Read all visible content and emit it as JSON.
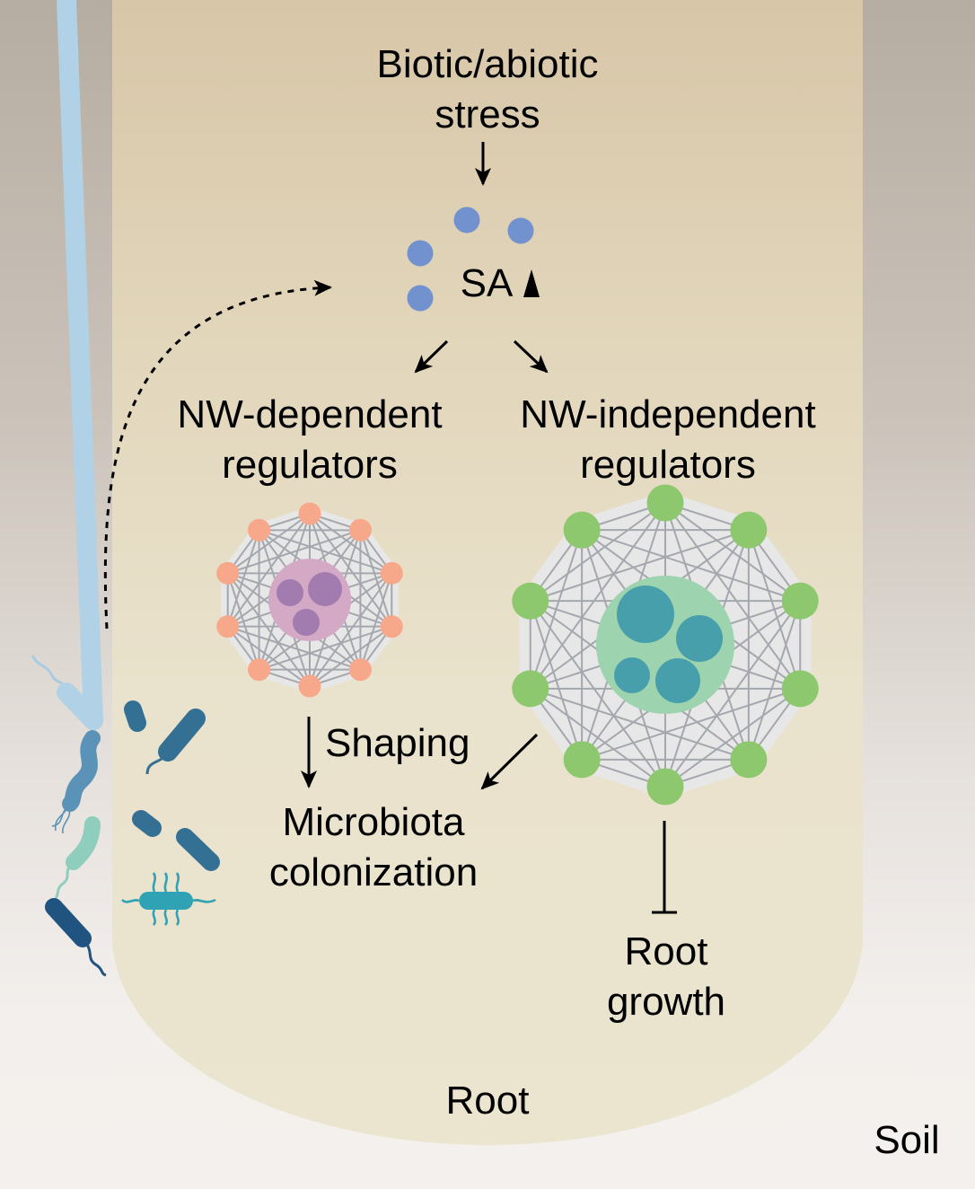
{
  "labels": {
    "stress_line1": "Biotic/abiotic",
    "stress_line2": "stress",
    "sa": "SA",
    "nw_dependent_line1": "NW-dependent",
    "nw_dependent_line2": "regulators",
    "nw_independent_line1": "NW-independent",
    "nw_independent_line2": "regulators",
    "shaping": "Shaping",
    "microbiota_line1": "Microbiota",
    "microbiota_line2": "colonization",
    "root_growth_line1": "Root",
    "root_growth_line2": "growth",
    "root": "Root",
    "soil": "Soil"
  },
  "colors": {
    "root_fill_top": "#d9c7a9",
    "root_fill_bottom": "#ebe4cf",
    "sa_molecule": "#7191cf",
    "nw_dependent_node": "#f7a88a",
    "nw_dependent_core": "#d3a9c6",
    "nw_dependent_module": "#a27baf",
    "nw_independent_node": "#8ec86e",
    "nw_independent_core": "#9dd3ae",
    "nw_independent_module": "#469fab",
    "network_edge": "#a4a8ae",
    "network_bg": "#e7e7e7"
  },
  "networks": {
    "nw_dependent": {
      "node_count": 10,
      "module_count": 3
    },
    "nw_independent": {
      "node_count": 10,
      "module_count": 4
    }
  }
}
